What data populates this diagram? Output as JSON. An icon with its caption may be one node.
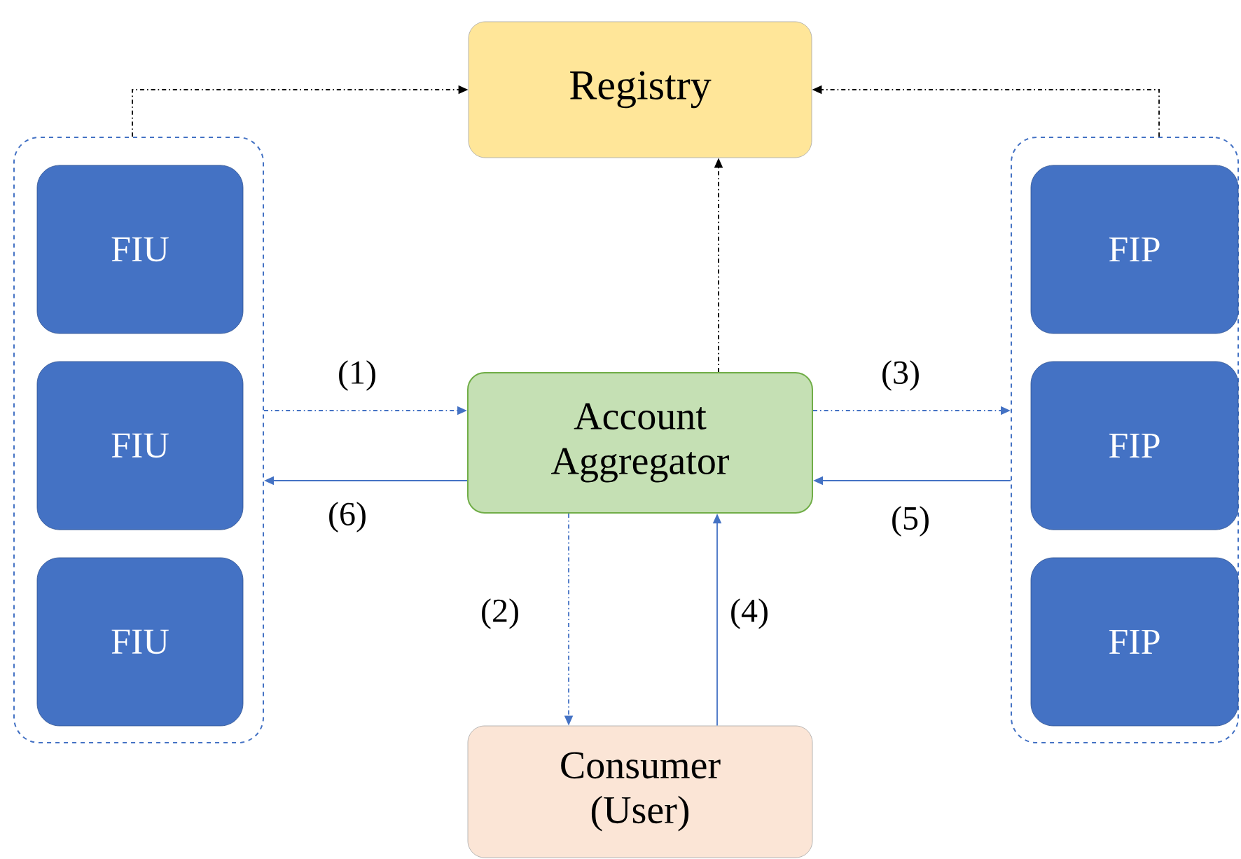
{
  "diagram": {
    "nodes": [
      {
        "text": [
          "Registry"
        ]
      },
      {
        "text": [],
        "shape": "box"
      },
      {
        "text": [
          "FIU"
        ],
        "in": 1
      },
      {
        "text": [
          "FIU"
        ],
        "in": 1
      },
      {
        "text": [
          "FIU"
        ],
        "in": 1
      },
      {
        "text": [
          "Account Aggregator"
        ]
      },
      {
        "text": [],
        "shape": "box"
      },
      {
        "text": [
          "FIP"
        ],
        "in": 6
      },
      {
        "text": [
          "FIP"
        ],
        "in": 6
      },
      {
        "text": [
          "FIP"
        ],
        "in": 6
      },
      {
        "text": [
          "Consumer (User)"
        ]
      }
    ],
    "edges": [
      {
        "from": 1,
        "to": 0,
        "arrow": "to",
        "style": "dashed",
        "color": "#000000"
      },
      {
        "from": 6,
        "to": 0,
        "arrow": "to",
        "style": "dashed",
        "color": "#000000"
      },
      {
        "from": 5,
        "to": 0,
        "arrow": "to",
        "style": "dashed",
        "color": "#000000"
      },
      {
        "from": 1,
        "to": 5,
        "arrow": "to",
        "label": "(1)",
        "style": "dashed"
      },
      {
        "from": 5,
        "to": 1,
        "arrow": "to",
        "label": "(6)"
      },
      {
        "from": 5,
        "to": 6,
        "arrow": "to",
        "label": "(3)",
        "style": "dashed"
      },
      {
        "from": 6,
        "to": 5,
        "arrow": "to",
        "label": "(5)"
      },
      {
        "from": 5,
        "to": 10,
        "arrow": "to",
        "label": "(2)",
        "style": "dashed"
      },
      {
        "from": 10,
        "to": 5,
        "arrow": "to",
        "label": "(4)"
      }
    ]
  }
}
